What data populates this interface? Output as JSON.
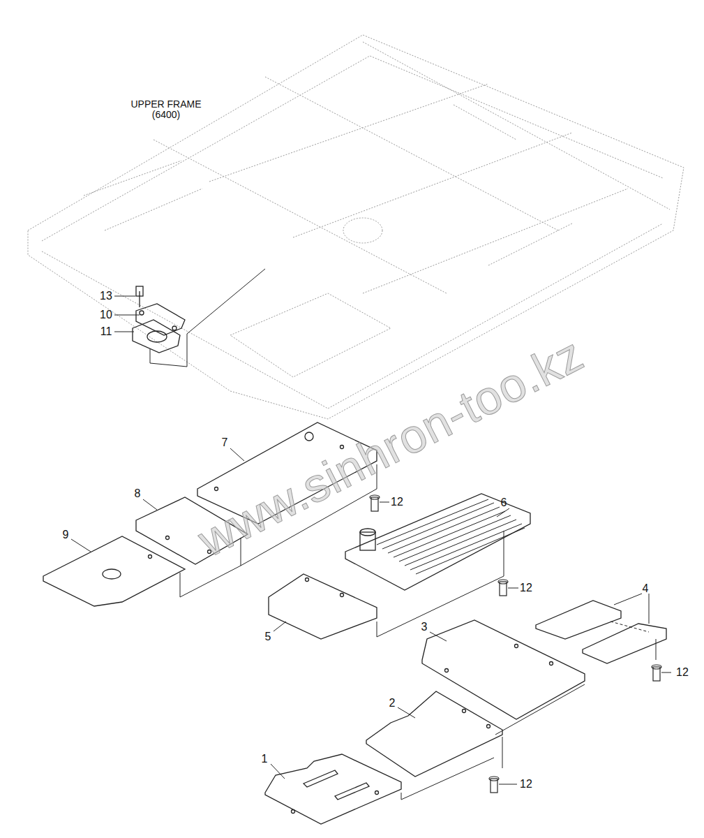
{
  "diagram": {
    "labels": [
      "UPPER FRAME (6400)",
      "13",
      "10",
      "11",
      "7",
      "8",
      "12",
      "6",
      "9",
      "5",
      "12",
      "3",
      "4",
      "12",
      "2",
      "12",
      "1",
      "www.sinhron-too.kz"
    ]
  }
}
